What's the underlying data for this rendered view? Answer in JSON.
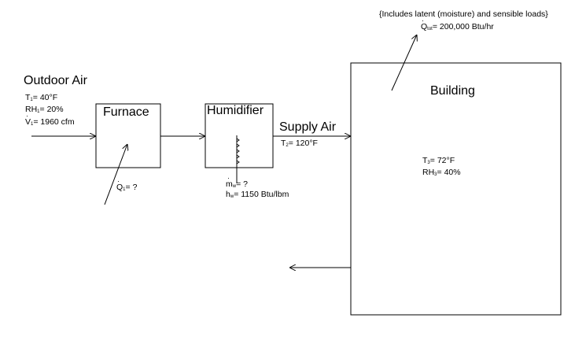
{
  "note": "{Includes latent (moisture) and sensible loads}",
  "qtot": {
    "symbol": "Q",
    "sub": "tot",
    "value": "= 200,000 Btu/hr"
  },
  "outdoor": {
    "title": "Outdoor Air",
    "t1": {
      "symbol": "T",
      "sub": "1",
      "value": "= 40°F"
    },
    "rh1": {
      "symbol": "RH",
      "sub": "1",
      "value": "= 20%"
    },
    "v1": {
      "symbol": "V",
      "sub": "1",
      "value": "= 1960 cfm"
    }
  },
  "furnace": {
    "label": "Furnace",
    "q1": {
      "symbol": "Q",
      "sub": "1",
      "value": "= ?"
    }
  },
  "humidifier": {
    "label": "Humidifier",
    "mw": {
      "symbol": "m",
      "sub": "w",
      "value": "= ?"
    },
    "hw": {
      "symbol": "h",
      "sub": "w",
      "value": "= 1150 Btu/lbm"
    }
  },
  "supply": {
    "title": "Supply Air",
    "t2": {
      "symbol": "T",
      "sub": "2",
      "value": "= 120°F"
    }
  },
  "building": {
    "label": "Building",
    "t3": {
      "symbol": "T",
      "sub": "3",
      "value": "= 72°F"
    },
    "rh3": {
      "symbol": "RH",
      "sub": "3",
      "value": "= 40%"
    }
  }
}
